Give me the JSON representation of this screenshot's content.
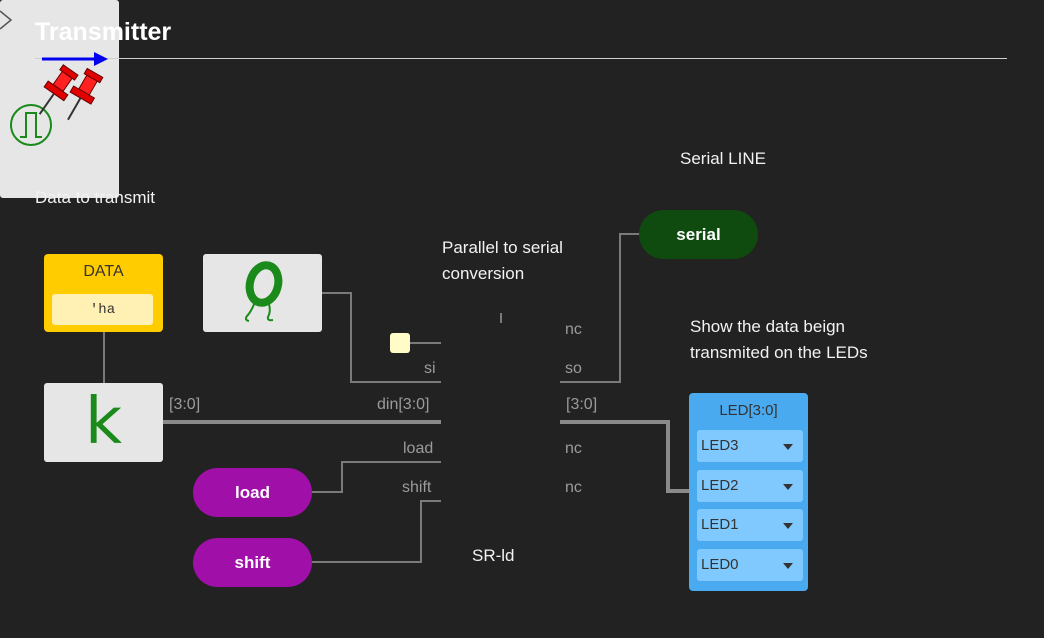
{
  "header": {
    "title": "Transmitter"
  },
  "notes": {
    "data_to_transmit": "Data to transmit",
    "serial_line": "Serial LINE",
    "p2s_line1": "Parallel to serial",
    "p2s_line2": "conversion",
    "show_line1": "Show the data beign",
    "show_line2": "transmited on the LEDs"
  },
  "data_block": {
    "label": "DATA",
    "value": "'ha"
  },
  "k_block": {
    "glyph": "k"
  },
  "inputs": {
    "load": "load",
    "shift": "shift"
  },
  "outputs": {
    "serial": "serial"
  },
  "shift_register": {
    "name": "SR-ld",
    "ports": {
      "si": "si",
      "din": "din[3:0]",
      "load": "load",
      "shift": "shift",
      "nc_top": "nc",
      "so": "so",
      "dout": "[3:0]",
      "nc_mid": "nc",
      "nc_bottom": "nc"
    }
  },
  "bus_label": "[3:0]",
  "leds": {
    "title": "LED[3:0]",
    "items": [
      {
        "label": "LED3"
      },
      {
        "label": "LED2"
      },
      {
        "label": "LED1"
      },
      {
        "label": "LED0"
      }
    ]
  },
  "icons": [
    "zero-constant-icon",
    "clock-icon",
    "pushpin-icon",
    "arrow-right-icon",
    "chevron-down-icon"
  ],
  "colors": {
    "background": "#222222",
    "data_yellow": "#ffcc00",
    "input_purple": "#a010a8",
    "output_green": "#0f4a0f",
    "led_blue": "#4aaaf0",
    "k_green": "#1a8a1a"
  }
}
